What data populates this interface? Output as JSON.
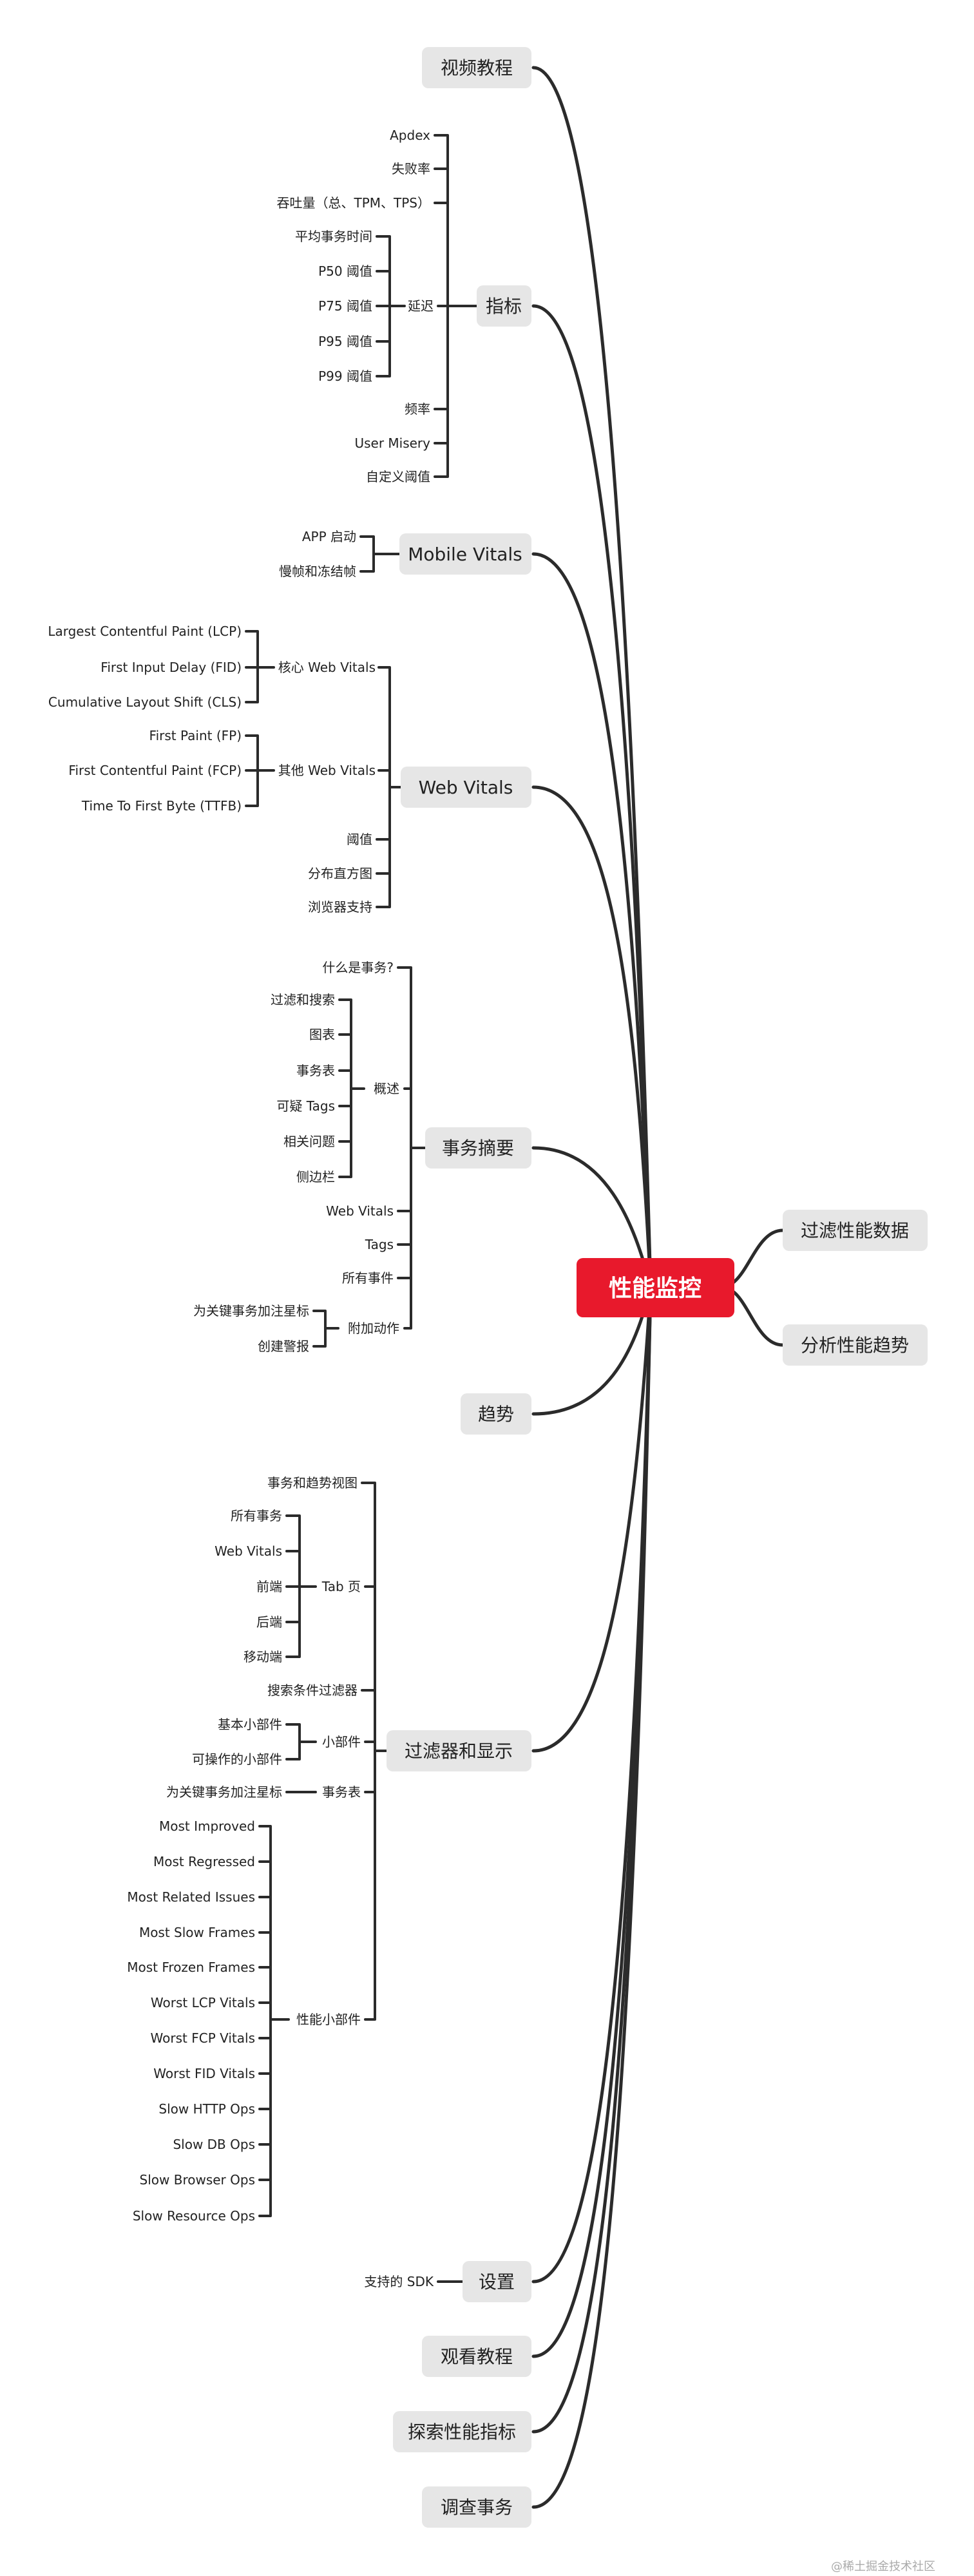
{
  "root": {
    "label": "性能监控",
    "color": "#e8192c"
  },
  "branches": {
    "video_tutorial": "视频教程",
    "metrics": {
      "label": "指标",
      "items": {
        "apdex": "Apdex",
        "failure_rate": "失败率",
        "throughput": "吞吐量（总、TPM、TPS）",
        "latency": {
          "label": "延迟",
          "items": {
            "avg": "平均事务时间",
            "p50": "P50 阈值",
            "p75": "P75 阈值",
            "p95": "P95 阈值",
            "p99": "P99 阈值"
          }
        },
        "frequency": "频率",
        "user_misery": "User Misery",
        "custom_threshold": "自定义阈值"
      }
    },
    "mobile_vitals": {
      "label": "Mobile Vitals",
      "items": {
        "app_start": "APP 启动",
        "slow_frozen": "慢帧和冻结帧"
      }
    },
    "web_vitals": {
      "label": "Web Vitals",
      "items": {
        "core": {
          "label": "核心 Web Vitals",
          "items": {
            "lcp": "Largest Contentful Paint (LCP)",
            "fid": "First Input Delay (FID)",
            "cls": "Cumulative Layout Shift (CLS)"
          }
        },
        "other": {
          "label": "其他 Web Vitals",
          "items": {
            "fp": "First Paint (FP)",
            "fcp": "First Contentful Paint (FCP)",
            "ttfb": "Time To First Byte (TTFB)"
          }
        },
        "threshold": "阈值",
        "histogram": "分布直方图",
        "browser_support": "浏览器支持"
      }
    },
    "transaction_summary": {
      "label": "事务摘要",
      "items": {
        "what_is": "什么是事务?",
        "overview": {
          "label": "概述",
          "items": {
            "filter_search": "过滤和搜索",
            "chart": "图表",
            "event_table": "事务表",
            "suspect_tags": "可疑 Tags",
            "related_issues": "相关问题",
            "sidebar": "侧边栏"
          }
        },
        "web_vitals": "Web Vitals",
        "tags": "Tags",
        "all_events": "所有事件",
        "extra_actions": {
          "label": "附加动作",
          "items": {
            "star": "为关键事务加注星标",
            "create_alert": "创建警报"
          }
        }
      }
    },
    "trends": "趋势",
    "filters_display": {
      "label": "过滤器和显示",
      "items": {
        "tx_trend_view": "事务和趋势视图",
        "tab_page": {
          "label": "Tab 页",
          "items": {
            "all_tx": "所有事务",
            "web_vitals": "Web Vitals",
            "frontend": "前端",
            "backend": "后端",
            "mobile": "移动端"
          }
        },
        "search_filter": "搜索条件过滤器",
        "widgets": {
          "label": "小部件",
          "items": {
            "basic": "基本小部件",
            "actionable": "可操作的小部件"
          }
        },
        "tx_table": {
          "label": "事务表",
          "items": {
            "star": "为关键事务加注星标"
          }
        },
        "perf_widgets": {
          "label": "性能小部件",
          "items": {
            "w1": "Most Improved",
            "w2": "Most Regressed",
            "w3": "Most Related Issues",
            "w4": "Most Slow Frames",
            "w5": "Most Frozen Frames",
            "w6": "Worst LCP Vitals",
            "w7": "Worst FCP Vitals",
            "w8": "Worst FID Vitals",
            "w9": "Slow HTTP Ops",
            "w10": "Slow DB Ops",
            "w11": "Slow Browser Ops",
            "w12": "Slow Resource Ops"
          }
        }
      }
    },
    "settings": {
      "label": "设置",
      "items": {
        "sdk": "支持的 SDK"
      }
    },
    "watch_tutorial": "观看教程",
    "explore_metrics": "探索性能指标",
    "investigate_tx": "调查事务",
    "filter_perf_data": "过滤性能数据",
    "analyze_perf_trends": "分析性能趋势"
  },
  "watermark": "@稀土掘金技术社区"
}
